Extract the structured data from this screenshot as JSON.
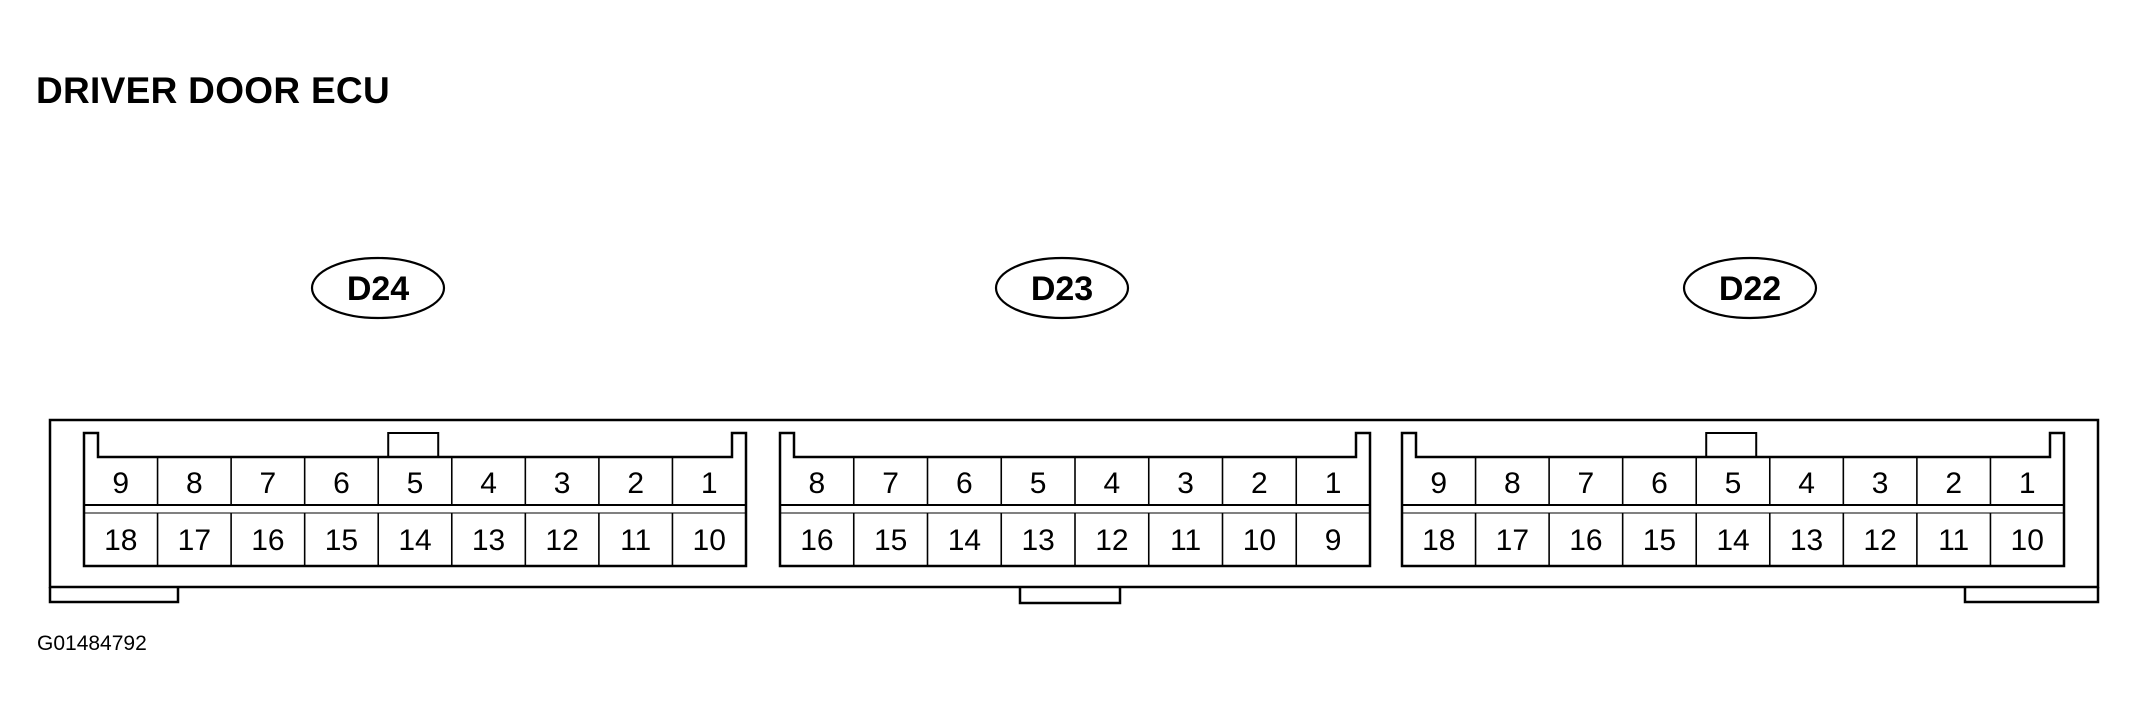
{
  "title": "DRIVER DOOR ECU",
  "figure_id": "G01484792",
  "connectors": [
    {
      "label": "D24",
      "top_pins": [
        "9",
        "8",
        "7",
        "6",
        "5",
        "4",
        "3",
        "2",
        "1"
      ],
      "bottom_pins": [
        "18",
        "17",
        "16",
        "15",
        "14",
        "13",
        "12",
        "11",
        "10"
      ]
    },
    {
      "label": "D23",
      "top_pins": [
        "8",
        "7",
        "6",
        "5",
        "4",
        "3",
        "2",
        "1"
      ],
      "bottom_pins": [
        "16",
        "15",
        "14",
        "13",
        "12",
        "11",
        "10",
        "9"
      ]
    },
    {
      "label": "D22",
      "top_pins": [
        "9",
        "8",
        "7",
        "6",
        "5",
        "4",
        "3",
        "2",
        "1"
      ],
      "bottom_pins": [
        "18",
        "17",
        "16",
        "15",
        "14",
        "13",
        "12",
        "11",
        "10"
      ]
    }
  ]
}
